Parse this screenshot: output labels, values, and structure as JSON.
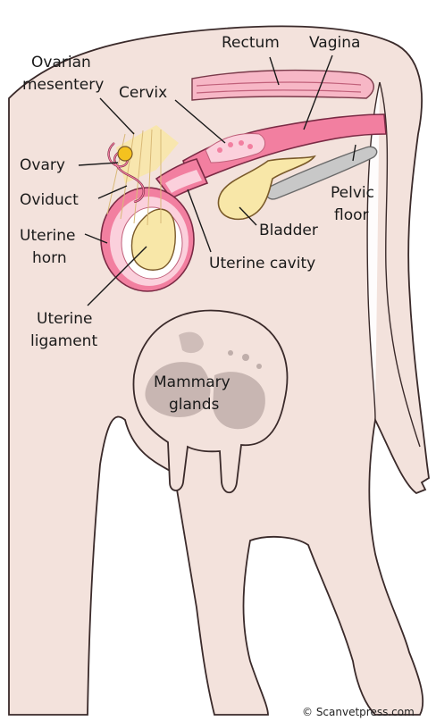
{
  "labels": {
    "rectum": "Rectum",
    "vagina": "Vagina",
    "ovarian_mesentery_1": "Ovarian",
    "ovarian_mesentery_2": "mesentery",
    "cervix": "Cervix",
    "ovary": "Ovary",
    "oviduct": "Oviduct",
    "uterine_horn_1": "Uterine",
    "uterine_horn_2": "horn",
    "pelvic_floor_1": "Pelvic",
    "pelvic_floor_2": "floor",
    "bladder": "Bladder",
    "uterine_cavity": "Uterine cavity",
    "uterine_ligament_1": "Uterine",
    "uterine_ligament_2": "ligament",
    "mammary_glands_1": "Mammary",
    "mammary_glands_2": "glands"
  },
  "copyright": "© Scanvetpress.com",
  "colors": {
    "body_fill": "#f3e2dc",
    "uterus_pink": "#f27fa0",
    "uterus_light": "#fbd0dc",
    "bladder_yellow": "#f8e7a8",
    "ovary_yellow": "#f4c21f",
    "pelvic_grey": "#c8c8c8",
    "mammary_grey": "#bfaeaa"
  }
}
